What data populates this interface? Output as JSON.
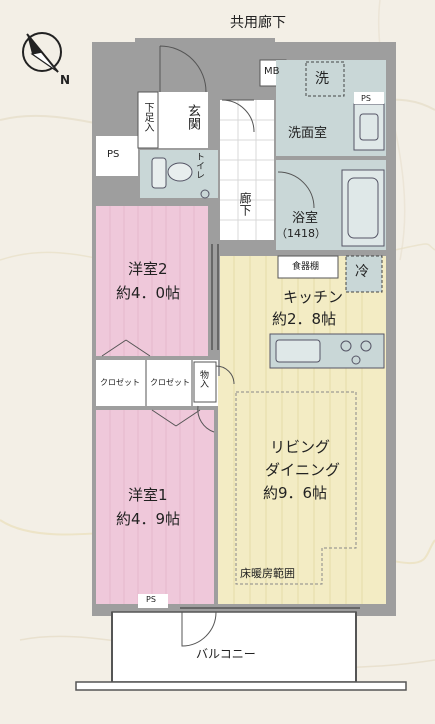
{
  "header": {
    "corridor": "共用廊下"
  },
  "labels": {
    "mb": "MB",
    "ps_top": "PS",
    "ps_left": "PS",
    "ps_bottom": "PS",
    "washer": "洗",
    "washroom": "洗面室",
    "entrance": "玄関",
    "shoe_storage": "下足入",
    "toilet": "トイレ",
    "hallway": "廊下",
    "bathroom": "浴室",
    "bathroom_size": "（1418）",
    "cupboard": "食器棚",
    "fridge": "冷",
    "kitchen": "キッチン",
    "kitchen_size": "約2．8帖",
    "bedroom2": "洋室2",
    "bedroom2_size": "約4．0帖",
    "closet1": "クロゼット",
    "closet2": "クロゼット",
    "storage": "物入",
    "living_line1": "リビング",
    "living_line2": "ダイニング",
    "living_size": "約9．6帖",
    "bedroom1": "洋室1",
    "bedroom1_size": "約4．9帖",
    "floor_heating": "床暖房範囲",
    "balcony": "バルコニー"
  },
  "colors": {
    "wall": "#9e9e9e",
    "bedroom": "#efc8da",
    "living": "#f3ecc4",
    "wet": "#c9d7d7",
    "background": "#f3efe6"
  }
}
